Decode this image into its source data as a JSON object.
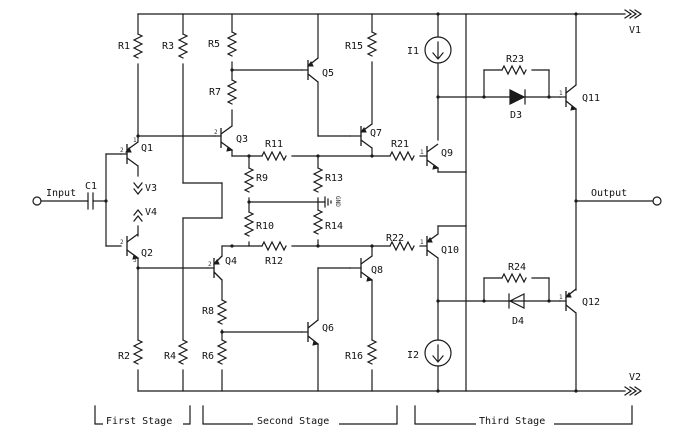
{
  "labels": {
    "input": "Input",
    "output": "Output",
    "v1": "V1",
    "v2": "V2",
    "c1": "C1",
    "v3": "V3",
    "v4": "V4",
    "r1": "R1",
    "r2": "R2",
    "r3": "R3",
    "r4": "R4",
    "r5": "R5",
    "r6": "R6",
    "r7": "R7",
    "r8": "R8",
    "r9": "R9",
    "r10": "R10",
    "r11": "R11",
    "r12": "R12",
    "r13": "R13",
    "r14": "R14",
    "r15": "R15",
    "r16": "R16",
    "r21": "R21",
    "r22": "R22",
    "r23": "R23",
    "r24": "R24",
    "q1": "Q1",
    "q2": "Q2",
    "q3": "Q3",
    "q4": "Q4",
    "q5": "Q5",
    "q6": "Q6",
    "q7": "Q7",
    "q8": "Q8",
    "q9": "Q9",
    "q10": "Q10",
    "q11": "Q11",
    "q12": "Q12",
    "d3": "D3",
    "d4": "D4",
    "i1": "I1",
    "i2": "I2",
    "gnd": "GND"
  },
  "pins": {
    "p1": "1",
    "p2": "2",
    "p3": "3"
  },
  "stages": {
    "first": "First Stage",
    "second": "Second Stage",
    "third": "Third Stage"
  },
  "colors": {
    "ink": "#1a1a1a",
    "background": "#ffffff"
  }
}
